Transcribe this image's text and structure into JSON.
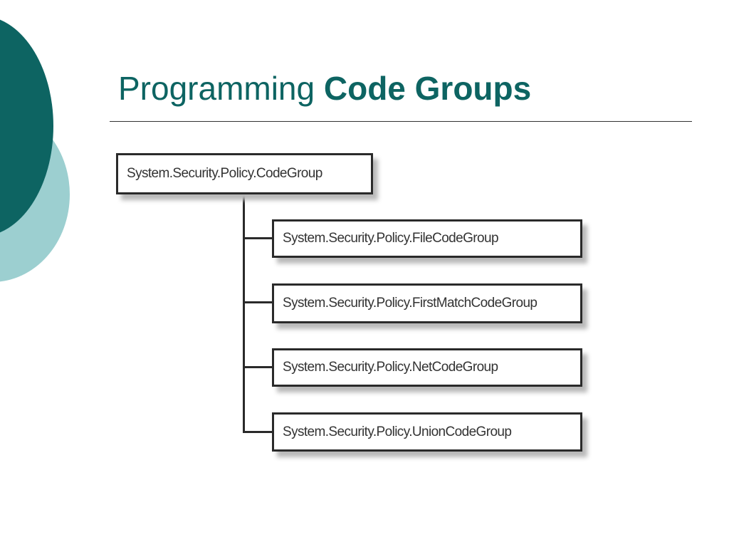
{
  "slide": {
    "title_regular": "Programming ",
    "title_bold": "Code Groups"
  },
  "diagram": {
    "root": "System.Security.Policy.CodeGroup",
    "children": [
      "System.Security.Policy.FileCodeGroup",
      "System.Security.Policy.FirstMatchCodeGroup",
      "System.Security.Policy.NetCodeGroup",
      "System.Security.Policy.UnionCodeGroup"
    ]
  },
  "colors": {
    "accent_dark": "#0d6462",
    "accent_light": "#9ccfd0"
  }
}
